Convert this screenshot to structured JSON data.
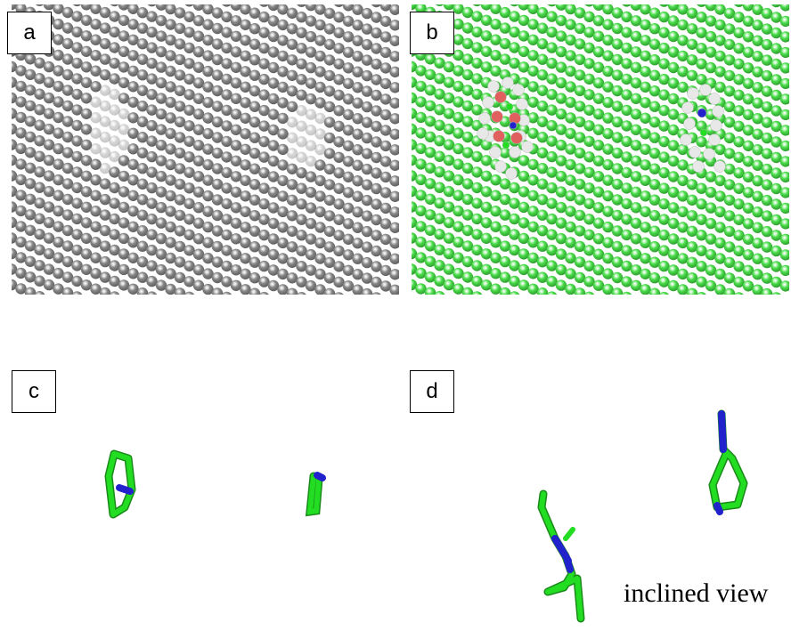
{
  "panels": {
    "a": {
      "label": "a"
    },
    "b": {
      "label": "b"
    },
    "c": {
      "label": "c"
    },
    "d": {
      "label": "d"
    }
  },
  "caption": "inclined view",
  "colors": {
    "gray_atom": "#8a8a8a",
    "gray_atom_dark": "#5e5e5e",
    "green_atom": "#4ddf4d",
    "green_atom_dark": "#2e9e2e",
    "carbon": "#22dd22",
    "nitrogen": "#2222cc",
    "oxygen": "#e06060",
    "hydrogen": "#e8e8e8"
  }
}
